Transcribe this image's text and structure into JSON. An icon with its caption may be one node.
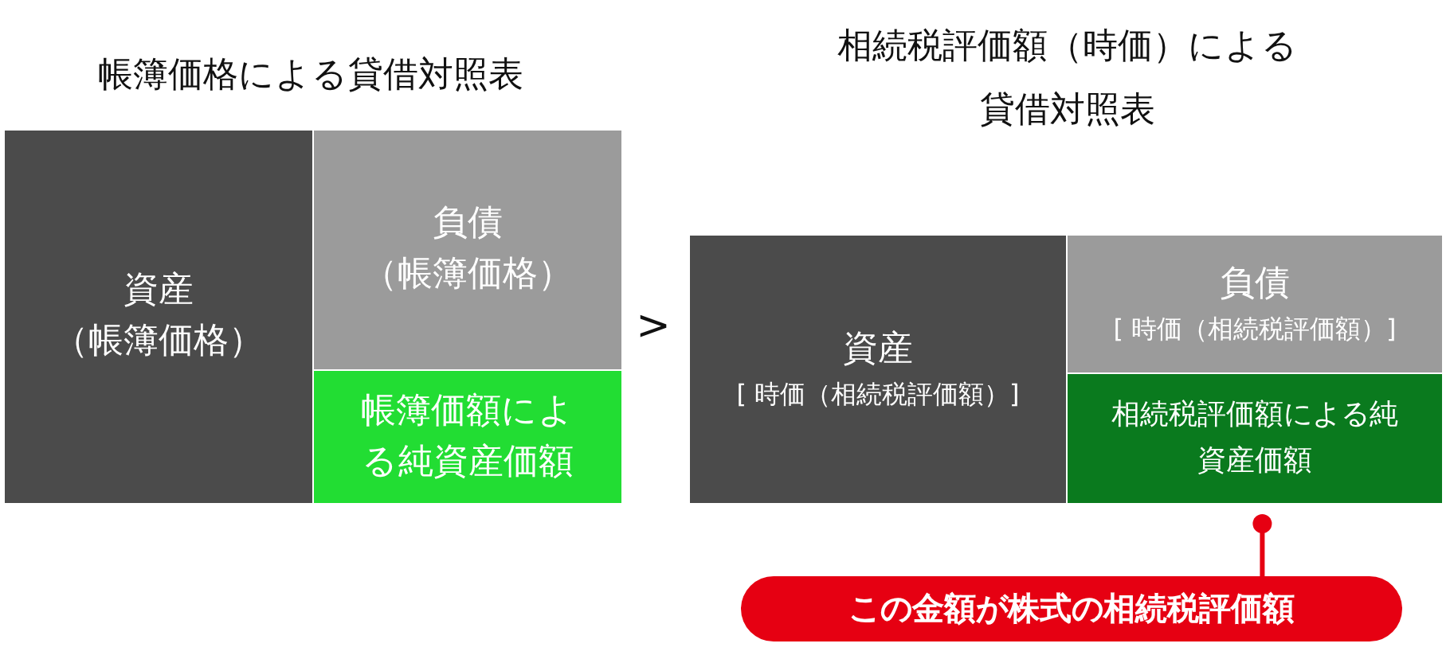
{
  "diagram": {
    "nodes": [
      {
        "text": [
          "資産",
          "（帳簿価格）"
        ]
      },
      {
        "text": [
          "負債",
          "（帳簿価格）"
        ]
      },
      {
        "text": [
          "帳簿価額による純資産価額"
        ]
      },
      {
        "text": [
          "資産",
          "[ 時価（相続税評価額）]"
        ]
      },
      {
        "text": [
          "負債",
          "[ 時価（相続税評価額）]"
        ]
      },
      {
        "text": [
          "相続税評価額による純資産価額"
        ]
      },
      {
        "text": [
          "この金額が株式の相続税評価額"
        ]
      }
    ],
    "edges": [
      {
        "from": 6,
        "to": 5,
        "arrow": "other"
      }
    ],
    "labels": [
      "相続税評価額（時価）による貸借対照表",
      "帳簿価格による貸借対照表",
      ">"
    ]
  }
}
